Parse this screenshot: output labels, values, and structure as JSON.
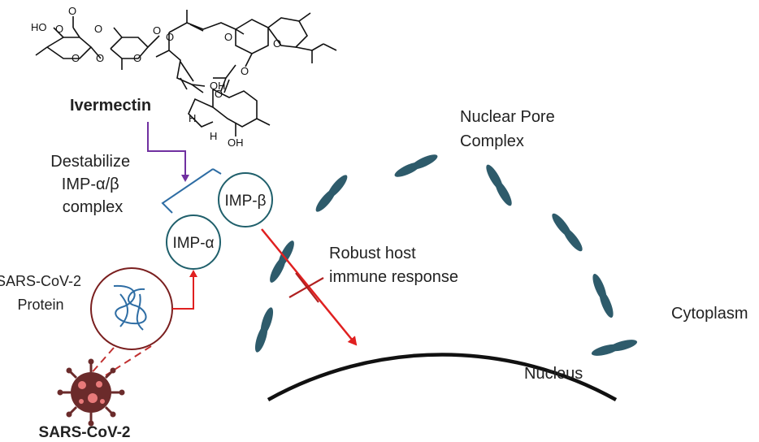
{
  "diagram": {
    "drug_name": "Ivermectin",
    "action_label": [
      "Destabilize",
      "IMP-α/β",
      "complex"
    ],
    "imp_alpha": "IMP-α",
    "imp_beta": "IMP-β",
    "viral_protein_label": [
      "SARS-CoV-2",
      "Protein"
    ],
    "virus_label": "SARS-CoV-2",
    "pore_label": [
      "Nuclear Pore",
      "Complex"
    ],
    "response_label": [
      "Robust host",
      "immune response"
    ],
    "nucleus_label": "Nucleus",
    "cytoplasm_label": "Cytoplasm",
    "molecule_atoms": {
      "o1": "O",
      "o2": "O",
      "ho1": "HO",
      "o3": "O",
      "o4": "O",
      "o5": "O",
      "o6": "O",
      "o7": "O",
      "o8": "O",
      "o9": "O",
      "o10": "O",
      "o11": "O",
      "o12": "O",
      "oh1": "OH",
      "h1": "H",
      "oh2": "OH",
      "h2": "H"
    }
  },
  "colors": {
    "membrane": "#111111",
    "pore": "#2e5b6b",
    "inhibit_arrow": "#7030a0",
    "signal_red": "#e02020",
    "complex_outline": "#2e6da4",
    "imp_circle": "#1f5f6b",
    "protein_circle": "#7a1f1f",
    "virus_body": "#6b2b2b",
    "virus_spots": "#e87a7a",
    "rna_strand": "#2e6da4"
  }
}
